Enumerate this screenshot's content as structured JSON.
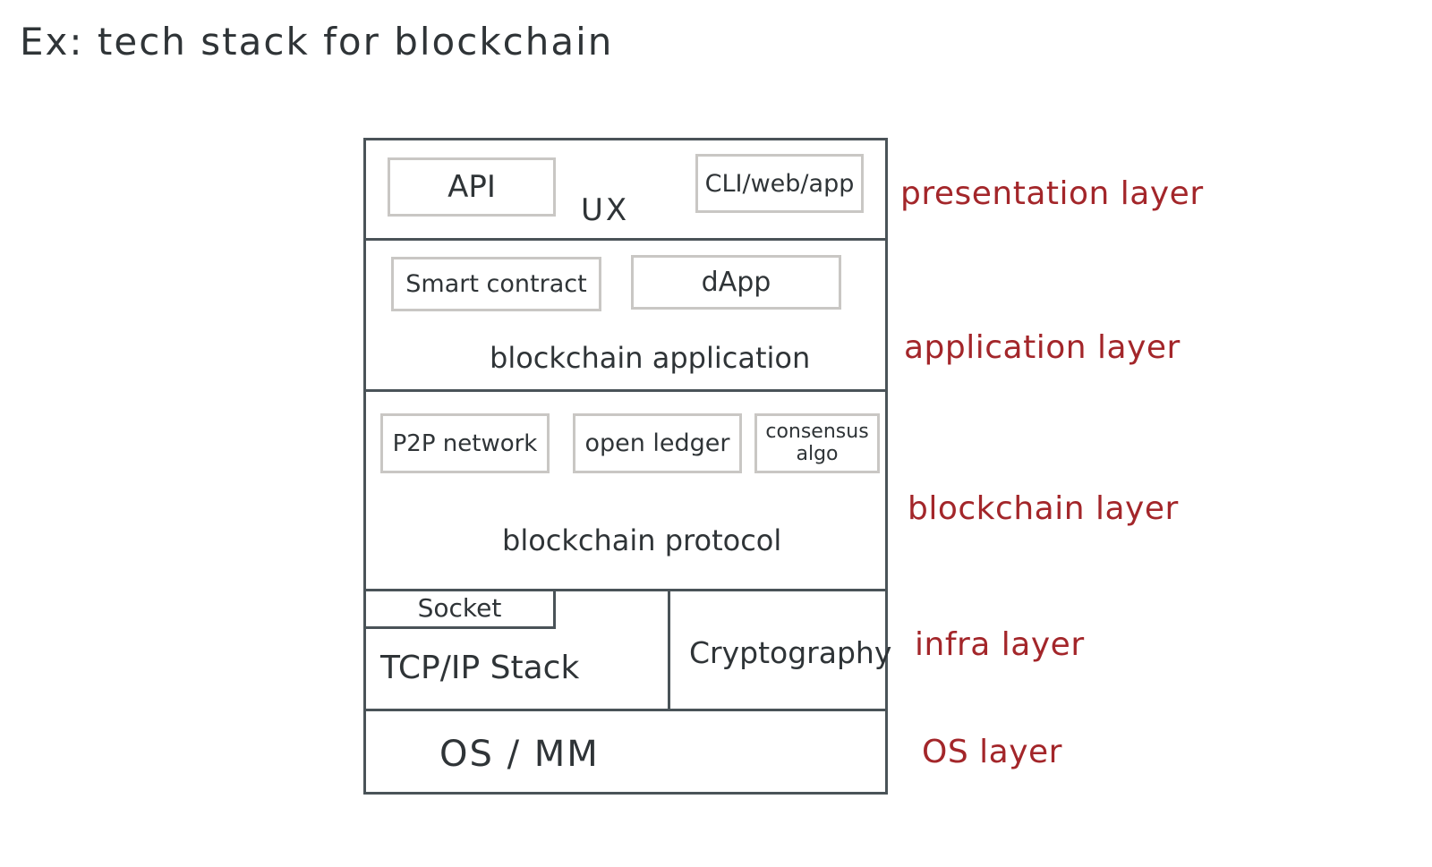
{
  "title": "Ex: tech stack for blockchain",
  "stack": {
    "presentation": {
      "api": "API",
      "ux": "UX",
      "cli": "CLI/web/app",
      "side_label": "presentation layer"
    },
    "application": {
      "smart_contract": "Smart contract",
      "dapp": "dApp",
      "caption": "blockchain application",
      "side_label": "application layer"
    },
    "blockchain": {
      "p2p": "P2P network",
      "ledger": "open ledger",
      "consensus": "consensus algo",
      "caption": "blockchain protocol",
      "side_label": "blockchain layer"
    },
    "infra": {
      "socket": "Socket",
      "tcpip": "TCP/IP Stack",
      "crypto": "Cryptography",
      "side_label": "infra layer"
    },
    "os": {
      "caption": "OS / MM",
      "side_label": "OS layer"
    }
  },
  "colors": {
    "ink": "#2f3437",
    "frame": "#4a5358",
    "inner_box": "#c9c7c4",
    "annotation": "#a3262a"
  }
}
